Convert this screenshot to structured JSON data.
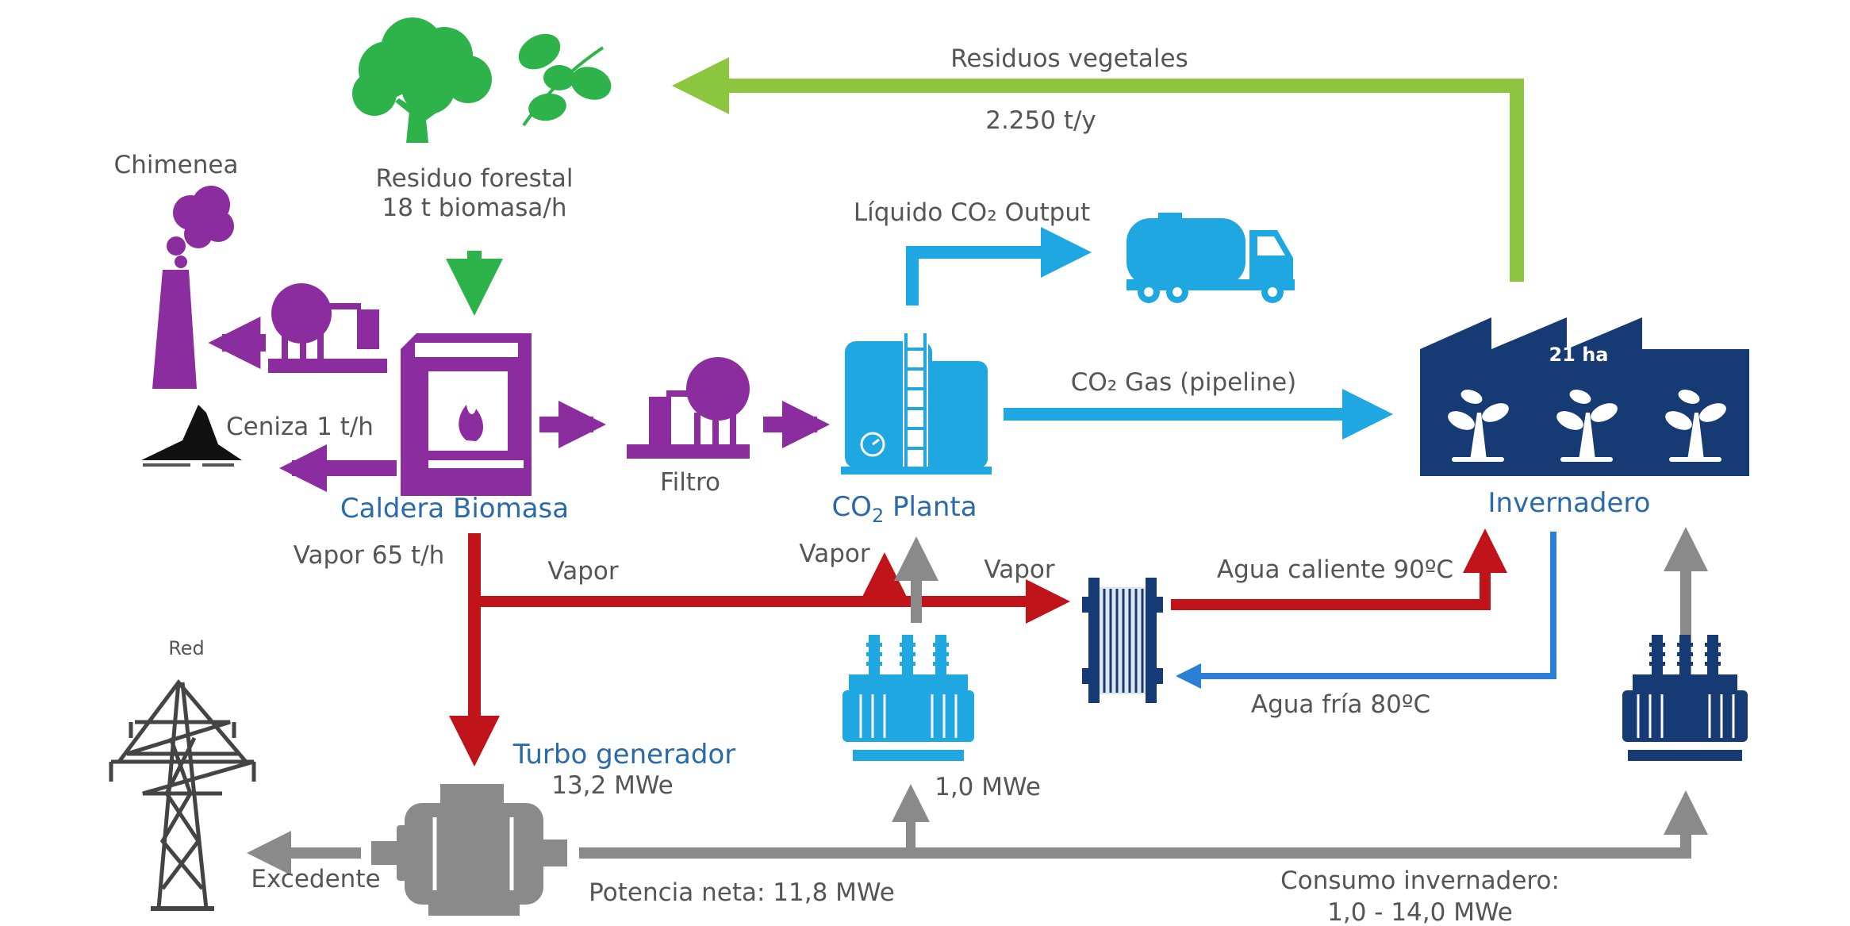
{
  "labels": {
    "residuos_vegetales": "Residuos vegetales",
    "residuos_rate": "2.250 t/y",
    "chimenea": "Chimenea",
    "residuo_forestal": "Residuo forestal",
    "biomasa_rate": "18 t biomasa/h",
    "liquido_co2": "Líquido CO₂ Output",
    "co2_gas": "CO₂ Gas (pipeline)",
    "hectares": "21 ha",
    "ceniza": "Ceniza 1 t/h",
    "filtro": "Filtro",
    "caldera": "Caldera Biomasa",
    "co2_prefix": "CO",
    "co2_sub": "2",
    "co2_suffix": " Planta",
    "invernadero": "Invernadero",
    "vapor_rate": "Vapor 65 t/h",
    "vapor_1": "Vapor",
    "vapor_2": "Vapor",
    "vapor_3": "Vapor",
    "agua_caliente": "Agua caliente 90ºC",
    "agua_fria": "Agua fría 80ºC",
    "red": "Red",
    "turbo": "Turbo generador",
    "turbo_power": "13,2 MWe",
    "co2_power": "1,0 MWe",
    "excedente": "Excedente",
    "potencia_neta": "Potencia neta: 11,8 MWe",
    "consumo": "Consumo invernadero:",
    "consumo_range": "1,0 - 14,0 MWe"
  },
  "colors": {
    "green_light": "#8cc63f",
    "green": "#2db34a",
    "purple": "#8b2d9e",
    "blue": "#1ea7e1",
    "navy": "#163a73",
    "red": "#c0141a",
    "gray": "#8a8a8a",
    "text_gray": "#555555",
    "text_blue": "#2a6aa8"
  },
  "icons": [
    "tree-icon",
    "leaves-icon",
    "chimney-icon",
    "filter-tank-icon",
    "boiler-icon",
    "flame-icon",
    "ash-pile-icon",
    "co2-plant-icon",
    "tanker-truck-icon",
    "greenhouse-icon",
    "heat-exchanger-icon",
    "transformer-icon",
    "power-tower-icon",
    "generator-icon"
  ]
}
